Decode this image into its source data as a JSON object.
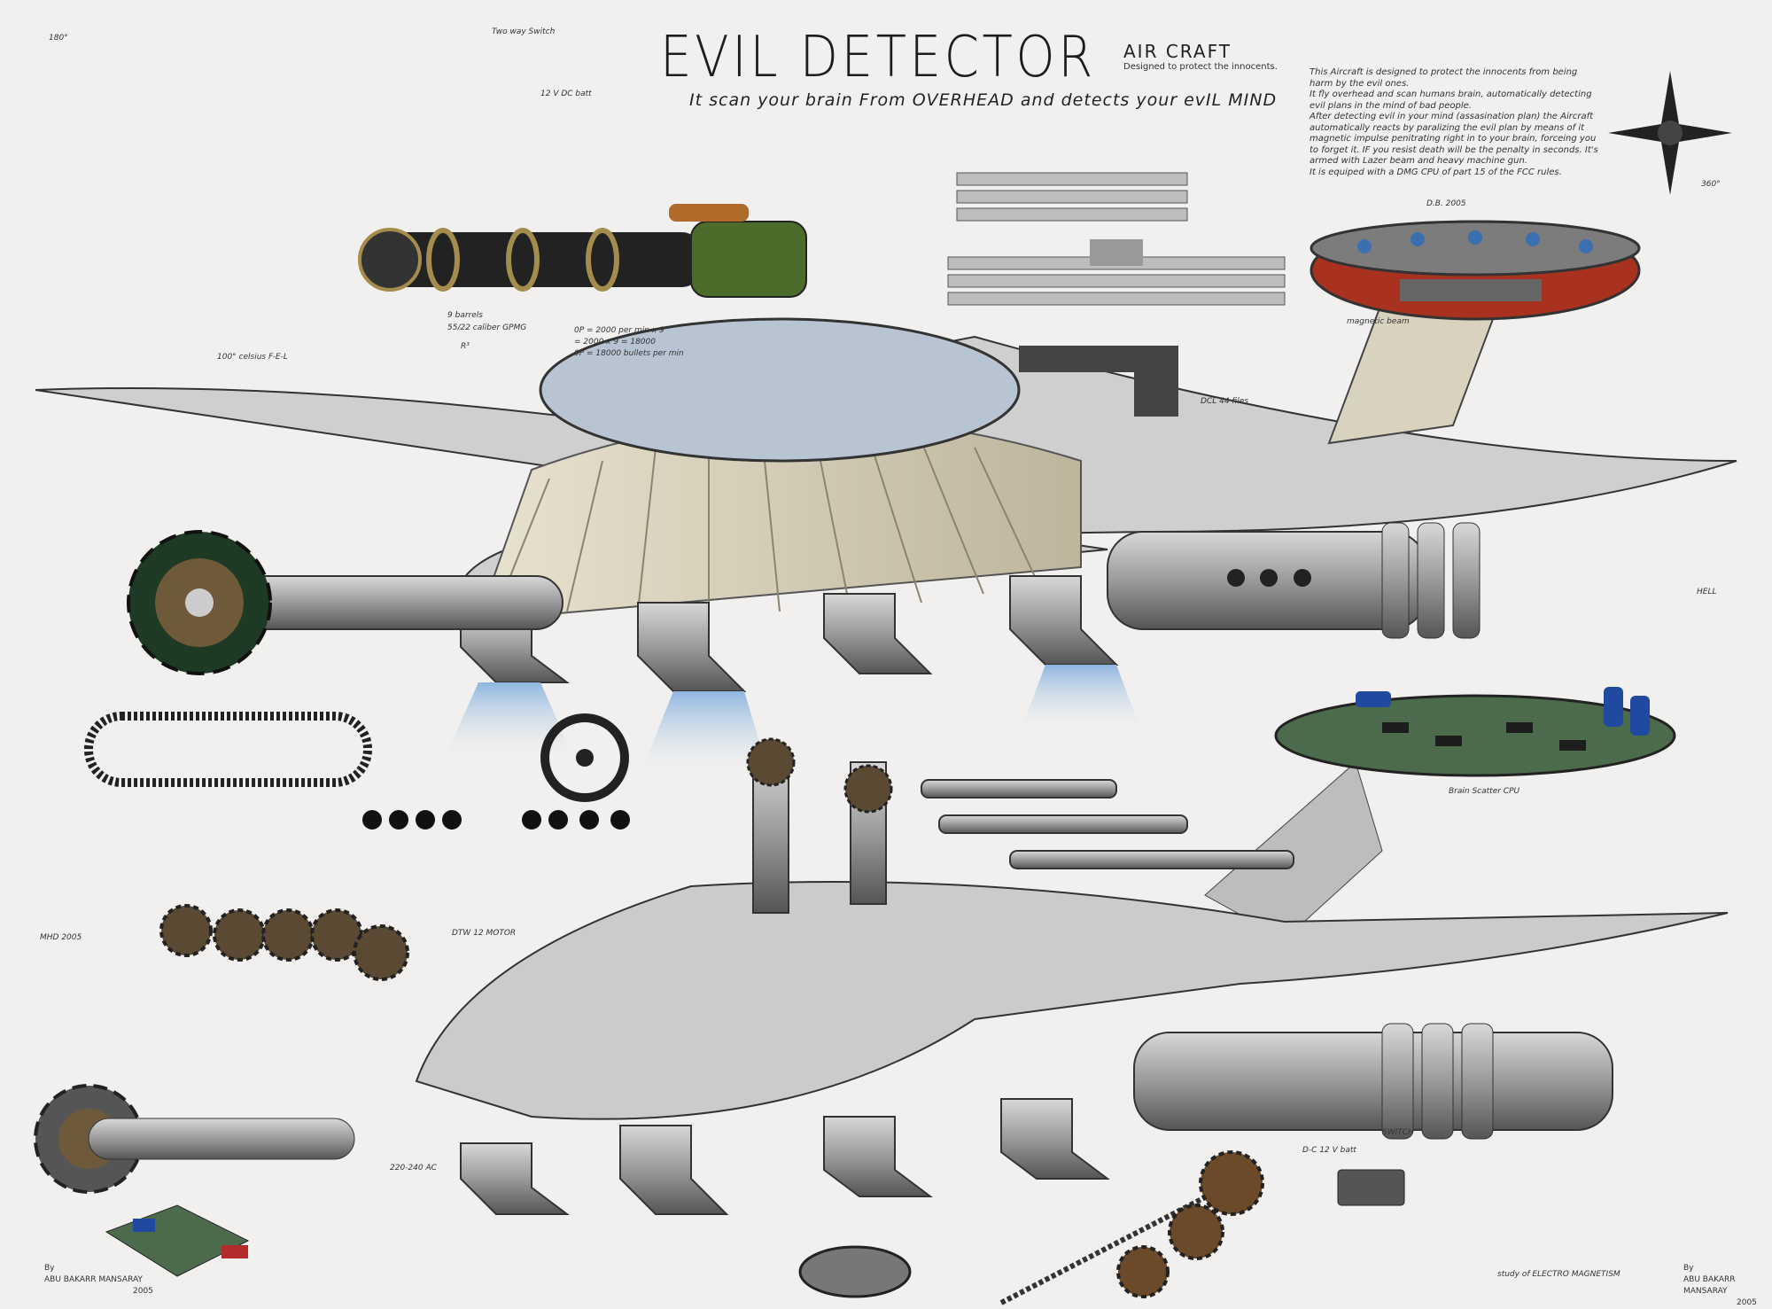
{
  "title": "EVIL DETECTOR",
  "aircraft_label": "AIR CRAFT",
  "tagline": "Designed to protect the innocents.",
  "subtitle": "It scan your brain From OVERHEAD and detects your evIL MIND",
  "description": [
    "This Aircraft is designed to protect the innocents from being harm by the evil ones.",
    "It fly overhead and scan humans brain, automatically detecting evil plans in the mind of bad people.",
    "After detecting evil in your mind (assasination plan) the Aircraft automatically reacts by paralizing the evil plan by means of it magnetic impulse penitrating right in to your brain, forceing you to forget it. IF you resist death will be the penalty in seconds. It's armed with Lazer beam and heavy machine gun.",
    "It is equiped with a DMG CPU of part 15 of the FCC rules."
  ],
  "annotations": {
    "barrels": "9 barrels",
    "caliber": "55/22 caliber GPMG",
    "celsius": "100° celsius F-E-L",
    "rate1": "0P = 2000 per min x 9",
    "rate2": "= 2000 x 9 = 18000",
    "rate3": "0P = 18000 bullets per min",
    "r3": "R³",
    "db2005": "D.B. 2005",
    "magnetic_beam": "magnetic beam",
    "dcl": "DCL 44 files",
    "twelve_dc": "12 V DC batt",
    "deg360": "360°",
    "deg180": "180°",
    "hell": "HELL",
    "two_way": "Two way Switch",
    "dtw": "DTW 12 MOTOR",
    "brain_scatter": "Brain Scatter CPU",
    "switch": "SWITCH",
    "dc12": "D-C 12 V batt",
    "study": "study of ELECTRO MAGNETISM",
    "ac": "220-240 AC",
    "mhd": "MHD 2005"
  },
  "signature_left": {
    "by": "By",
    "name": "ABU BAKARR MANSARAY",
    "year": "2005"
  },
  "signature_right": {
    "by": "By",
    "name": "ABU BAKARR MANSARAY",
    "year": "2005"
  },
  "colors": {
    "paper": "#f1f0ee",
    "metal": "#9a9a9a",
    "dark": "#2a2a2a",
    "saucer_red": "#a8321f",
    "blue": "#3a6fb0",
    "green": "#3c6a2a",
    "fan": "#d8d2bf",
    "copper": "#b07a3a"
  }
}
